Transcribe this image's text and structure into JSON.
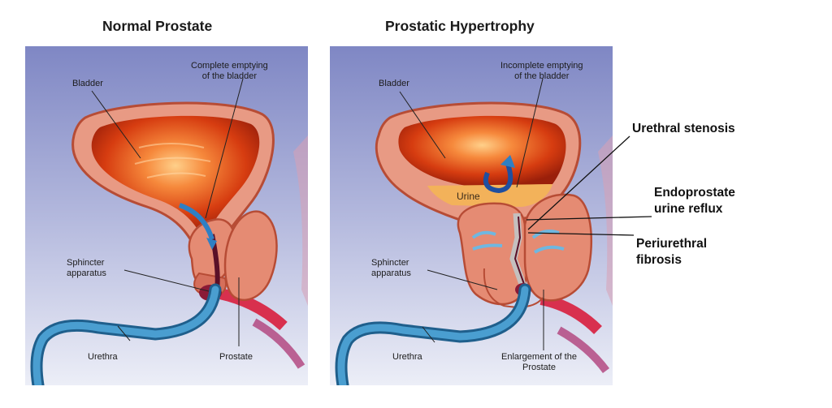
{
  "titles": {
    "normal": "Normal Prostate",
    "hypertrophy": "Prostatic Hypertrophy"
  },
  "normal_panel": {
    "bladder": "Bladder",
    "emptying": [
      "Complete emptying",
      "of the bladder"
    ],
    "sphincter": [
      "Sphincter",
      "apparatus"
    ],
    "urethra": "Urethra",
    "prostate": "Prostate"
  },
  "hypertrophy_panel": {
    "bladder": "Bladder",
    "emptying": [
      "Incomplete emptying",
      "of the bladder"
    ],
    "urine": "Urine",
    "sphincter": [
      "Sphincter",
      "apparatus"
    ],
    "urethra": "Urethra",
    "enlargement": [
      "Enlargement of the",
      "Prostate"
    ]
  },
  "annotations": {
    "stenosis": "Urethral stenosis",
    "reflux": [
      "Endoprostate",
      "urine reflux"
    ],
    "fibrosis": [
      "Periurethral",
      "fibrosis"
    ]
  },
  "colors": {
    "background_top": "#7f87c4",
    "background_bottom": "#eceef7",
    "bladder_wall": "#e89a84",
    "bladder_inner": "#d93a10",
    "urethra": "#3d8dbe",
    "artery": "#d8304e"
  }
}
